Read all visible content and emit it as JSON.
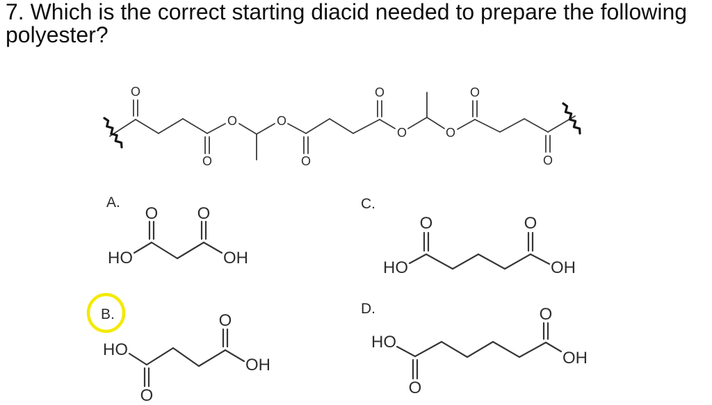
{
  "page": {
    "background": "#ffffff"
  },
  "question": {
    "line1": "7.  Which is the correct starting diacid needed to prepare the following",
    "line2": "polyester?"
  },
  "polymer": {
    "carbonyl_o": [
      "O",
      "O",
      "O",
      "O",
      "O",
      "O"
    ],
    "ester_o": [
      "O",
      "O",
      "O",
      "O"
    ]
  },
  "options": [
    {
      "label": "A.",
      "ho": "HO",
      "oh": "OH",
      "o1": "O",
      "o2": "O"
    },
    {
      "label": "B.",
      "ho": "HO",
      "oh": "OH",
      "o1": "O",
      "o2": "O"
    },
    {
      "label": "C.",
      "ho": "HO",
      "oh": "OH",
      "o1": "O",
      "o2": "O"
    },
    {
      "label": "D.",
      "ho": "HO",
      "oh": "OH",
      "o1": "O",
      "o2": "O"
    }
  ],
  "highlight": {
    "circled_option": "B.",
    "color": "#f3ea00"
  }
}
